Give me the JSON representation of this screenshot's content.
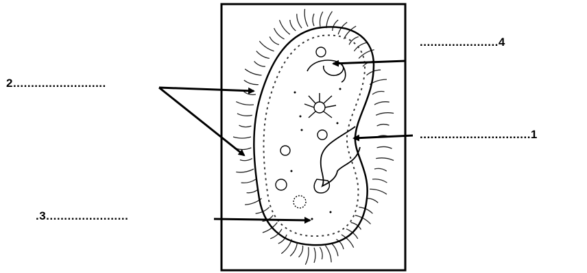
{
  "labels": {
    "label_1": "...............................1",
    "label_2": "2..........................",
    "label_3": ".3.......................",
    "label_4": "......................4"
  },
  "colors": {
    "ink": "#000000",
    "background": "#ffffff"
  }
}
